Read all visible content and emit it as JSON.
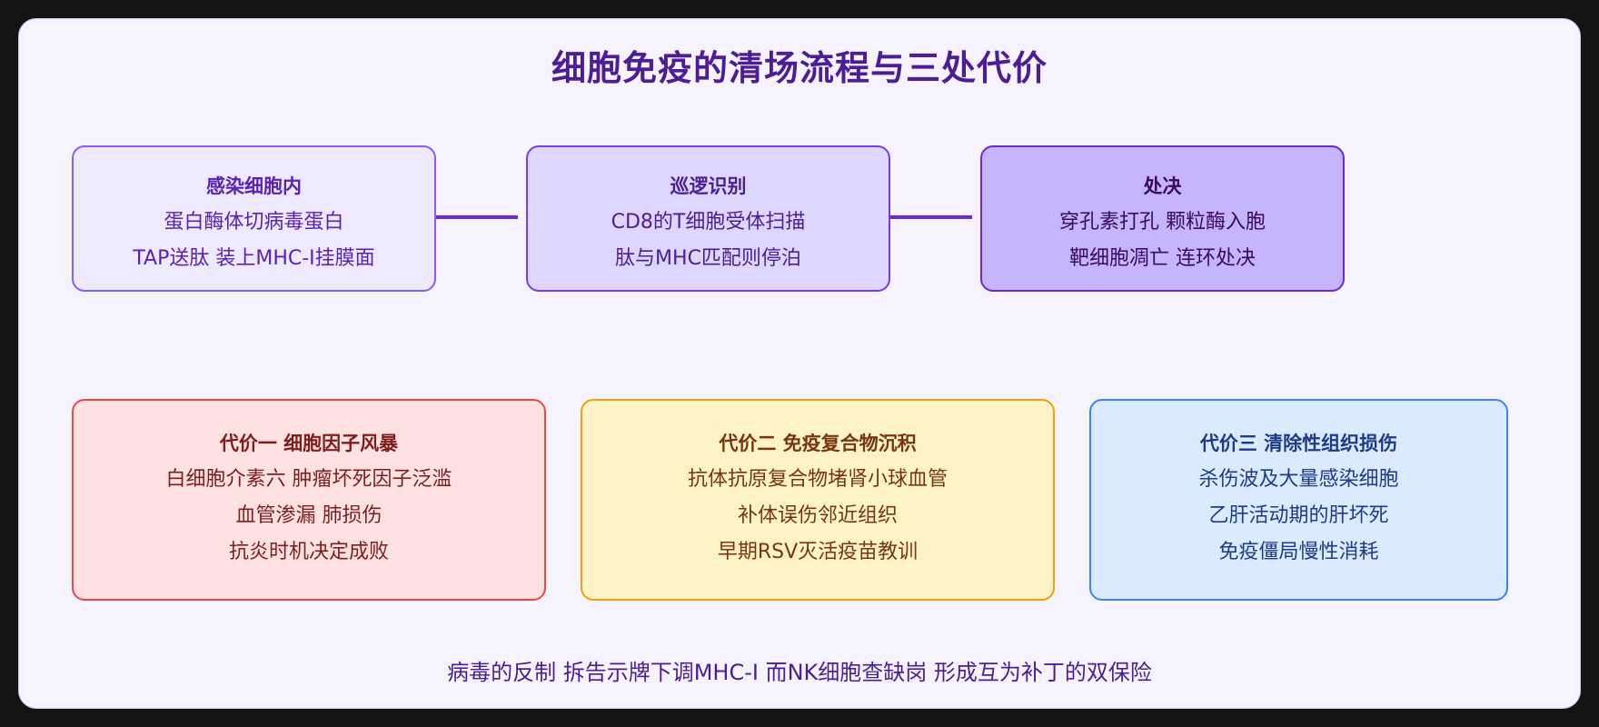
{
  "title": "细胞免疫的清场流程与三处代价",
  "flow": [
    {
      "heading": "感染细胞内",
      "lines": [
        "蛋白酶体切病毒蛋白",
        "TAP送肽 装上MHC-I挂膜面"
      ]
    },
    {
      "heading": "巡逻识别",
      "lines": [
        "CD8的T细胞受体扫描",
        "肽与MHC匹配则停泊"
      ]
    },
    {
      "heading": "处决",
      "lines": [
        "穿孔素打孔 颗粒酶入胞",
        "靶细胞凋亡 连环处决"
      ]
    }
  ],
  "costs": [
    {
      "heading": "代价一 细胞因子风暴",
      "lines": [
        "白细胞介素六 肿瘤坏死因子泛滥",
        "血管渗漏 肺损伤",
        "抗炎时机决定成败"
      ]
    },
    {
      "heading": "代价二 免疫复合物沉积",
      "lines": [
        "抗体抗原复合物堵肾小球血管",
        "补体误伤邻近组织",
        "早期RSV灭活疫苗教训"
      ]
    },
    {
      "heading": "代价三 清除性组织损伤",
      "lines": [
        "杀伤波及大量感染细胞",
        "乙肝活动期的肝坏死",
        "免疫僵局慢性消耗"
      ]
    }
  ],
  "footer": "病毒的反制 拆告示牌下调MHC-I 而NK细胞查缺岗 形成互为补丁的双保险",
  "colors": {
    "title": "#4c1d95",
    "flow_fills": [
      "#ede9fe",
      "#ddd6fe",
      "#c4b5fd"
    ],
    "cost_fills": [
      "#fee2e2",
      "#fef3c7",
      "#dbeafe"
    ],
    "cost_borders": [
      "#ef4444",
      "#f59e0b",
      "#3b82f6"
    ]
  }
}
